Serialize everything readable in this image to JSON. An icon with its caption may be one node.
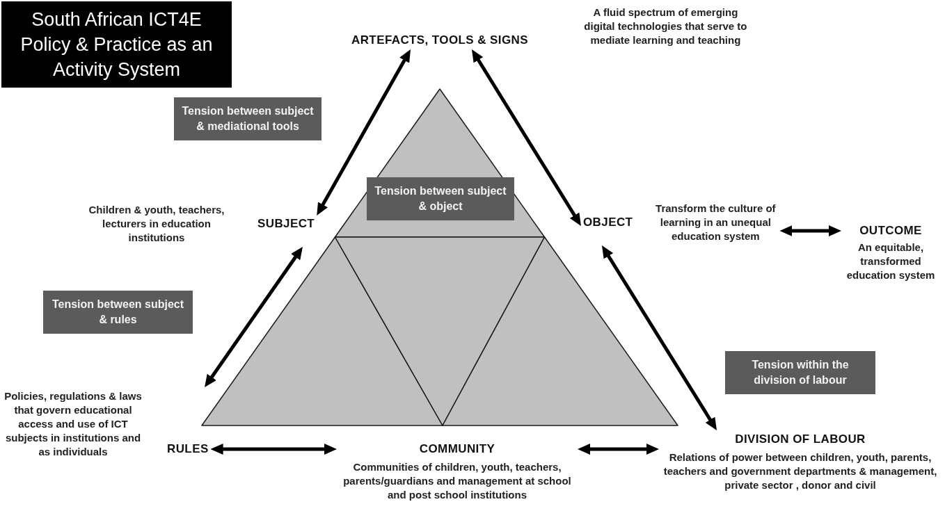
{
  "diagram": {
    "title": "South African ICT4E Policy & Practice as an Activity System",
    "nodes": [
      {
        "text": [
          "ARTEFACTS, TOOLS & SIGNS"
        ],
        "beside": [
          "A fluid spectrum of emerging digital technologies that serve to mediate learning and teaching"
        ]
      },
      {
        "text": [
          "Tension between subject & mediational tools"
        ]
      },
      {
        "text": [
          "Tension between subject & object"
        ]
      },
      {
        "text": [
          "SUBJECT"
        ],
        "beside": [
          "Children & youth, teachers, lecturers in education institutions"
        ]
      },
      {
        "text": [
          "OBJECT"
        ],
        "beside": [
          "Transform the culture of learning in an unequal education system"
        ]
      },
      {
        "text": [
          "OUTCOME"
        ],
        "beside": [
          "An equitable, transformed education system"
        ]
      },
      {
        "text": [
          "Tension between subject & rules"
        ]
      },
      {
        "text": [
          "Tension within the division of labour"
        ]
      },
      {
        "text": [
          "RULES"
        ],
        "beside": [
          "Policies, regulations & laws that govern educational access and use of ICT subjects in institutions and as individuals"
        ]
      },
      {
        "text": [
          "COMMUNITY"
        ],
        "beside": [
          "Communities of children, youth, teachers, parents/guardians and management at school and post school institutions"
        ]
      },
      {
        "text": [
          "DIVISION OF LABOUR"
        ],
        "beside": [
          "Relations of power between children, youth, parents, teachers and government departments & management, private sector , donor and civil"
        ]
      }
    ],
    "edges": [
      {
        "from": 3,
        "to": 0,
        "arrow": "both"
      },
      {
        "from": 0,
        "to": 4,
        "arrow": "both"
      },
      {
        "from": 4,
        "to": 5,
        "arrow": "both"
      },
      {
        "from": 3,
        "to": 8,
        "arrow": "both"
      },
      {
        "from": 4,
        "to": 10,
        "arrow": "both"
      },
      {
        "from": 8,
        "to": 9,
        "arrow": "both"
      },
      {
        "from": 9,
        "to": 10,
        "arrow": "both"
      }
    ]
  }
}
